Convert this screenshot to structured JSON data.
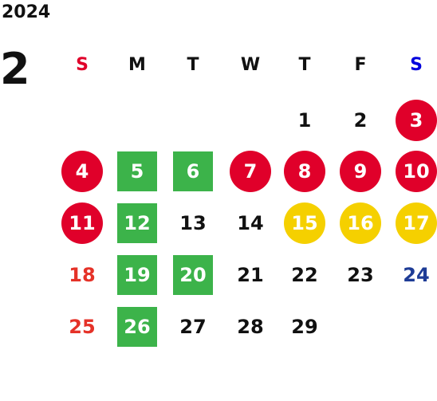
{
  "year": "2024",
  "month": "2",
  "colors": {
    "red": "#e0002a",
    "green": "#3cb34a",
    "yellow": "#f5d000",
    "sunday_text": "#e53228",
    "saturday_text": "#1e3c96",
    "sat_header": "#0000dd",
    "default_text": "#111111"
  },
  "weekdays": [
    {
      "label": "S",
      "kind": "sun"
    },
    {
      "label": "M",
      "kind": "normal"
    },
    {
      "label": "T",
      "kind": "normal"
    },
    {
      "label": "W",
      "kind": "normal"
    },
    {
      "label": "T",
      "kind": "normal"
    },
    {
      "label": "F",
      "kind": "normal"
    },
    {
      "label": "S",
      "kind": "sat"
    }
  ],
  "days": [
    {
      "day": "1",
      "col": 4,
      "row": 0,
      "style": "plain"
    },
    {
      "day": "2",
      "col": 5,
      "row": 0,
      "style": "plain"
    },
    {
      "day": "3",
      "col": 6,
      "row": 0,
      "style": "red"
    },
    {
      "day": "4",
      "col": 0,
      "row": 1,
      "style": "red"
    },
    {
      "day": "5",
      "col": 1,
      "row": 1,
      "style": "green"
    },
    {
      "day": "6",
      "col": 2,
      "row": 1,
      "style": "green"
    },
    {
      "day": "7",
      "col": 3,
      "row": 1,
      "style": "red"
    },
    {
      "day": "8",
      "col": 4,
      "row": 1,
      "style": "red"
    },
    {
      "day": "9",
      "col": 5,
      "row": 1,
      "style": "red"
    },
    {
      "day": "10",
      "col": 6,
      "row": 1,
      "style": "red"
    },
    {
      "day": "11",
      "col": 0,
      "row": 2,
      "style": "red"
    },
    {
      "day": "12",
      "col": 1,
      "row": 2,
      "style": "green"
    },
    {
      "day": "13",
      "col": 2,
      "row": 2,
      "style": "plain"
    },
    {
      "day": "14",
      "col": 3,
      "row": 2,
      "style": "plain"
    },
    {
      "day": "15",
      "col": 4,
      "row": 2,
      "style": "yellow"
    },
    {
      "day": "16",
      "col": 5,
      "row": 2,
      "style": "yellow"
    },
    {
      "day": "17",
      "col": 6,
      "row": 2,
      "style": "yellow"
    },
    {
      "day": "18",
      "col": 0,
      "row": 3,
      "style": "sunday"
    },
    {
      "day": "19",
      "col": 1,
      "row": 3,
      "style": "green"
    },
    {
      "day": "20",
      "col": 2,
      "row": 3,
      "style": "green"
    },
    {
      "day": "21",
      "col": 3,
      "row": 3,
      "style": "plain"
    },
    {
      "day": "22",
      "col": 4,
      "row": 3,
      "style": "plain"
    },
    {
      "day": "23",
      "col": 5,
      "row": 3,
      "style": "plain"
    },
    {
      "day": "24",
      "col": 6,
      "row": 3,
      "style": "saturday"
    },
    {
      "day": "25",
      "col": 0,
      "row": 4,
      "style": "sunday"
    },
    {
      "day": "26",
      "col": 1,
      "row": 4,
      "style": "green"
    },
    {
      "day": "27",
      "col": 2,
      "row": 4,
      "style": "plain"
    },
    {
      "day": "28",
      "col": 3,
      "row": 4,
      "style": "plain"
    },
    {
      "day": "29",
      "col": 4,
      "row": 4,
      "style": "plain"
    }
  ]
}
